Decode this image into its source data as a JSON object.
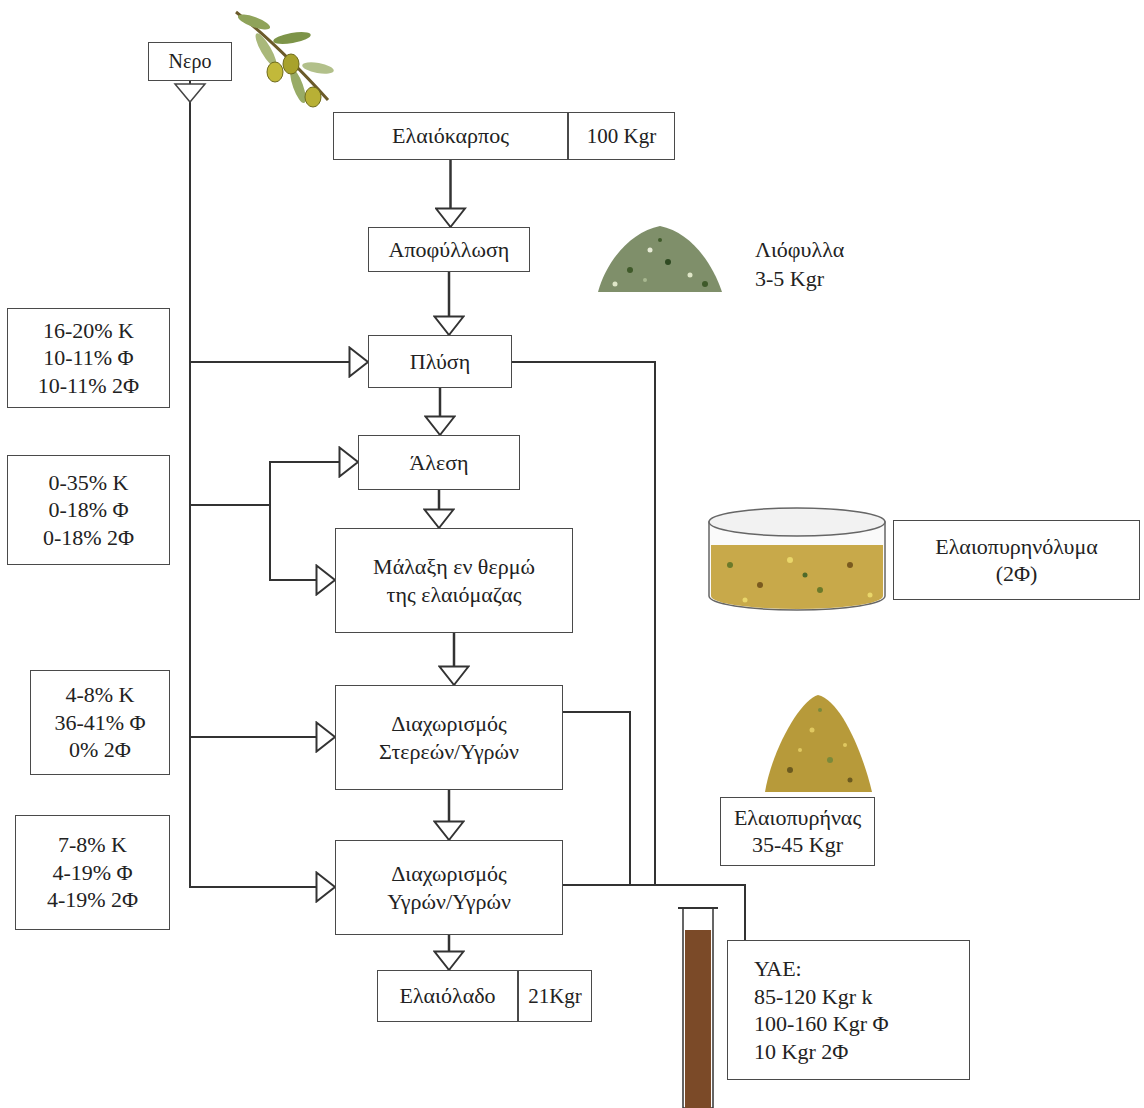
{
  "diagram": {
    "nodes": [
      {
        "text": [
          "Νερο"
        ]
      },
      {
        "text": [
          "Ελαιόκαρπος"
        ]
      },
      {
        "text": [
          "100 Kgr"
        ]
      },
      {
        "text": [
          "Αποφύλλωση"
        ]
      },
      {
        "text": [
          "16-20% Κ",
          "10-11% Φ",
          "10-11% 2Φ"
        ]
      },
      {
        "text": [
          "Πλύση"
        ]
      },
      {
        "text": [
          "0-35% Κ",
          "0-18% Φ",
          "0-18% 2Φ"
        ]
      },
      {
        "text": [
          "Άλεση"
        ]
      },
      {
        "text": [
          "Μάλαξη εν θερμώ της ελαιόμαζας"
        ]
      },
      {
        "text": [
          "Ελαιοπυρηνόλυμα",
          "(2Φ)"
        ]
      },
      {
        "text": [
          "4-8% Κ",
          "36-41% Φ",
          "0% 2Φ"
        ]
      },
      {
        "text": [
          "Διαχωρισμός Στερεών/Υγρών"
        ]
      },
      {
        "text": [
          "Ελαιοπυρήνας",
          "35-45 Kgr"
        ]
      },
      {
        "text": [
          "7-8% Κ",
          "4-19% Φ",
          "4-19% 2Φ"
        ]
      },
      {
        "text": [
          "Διαχωρισμός Υγρών/Υγρών"
        ]
      },
      {
        "text": [
          "Ελαιόλαδο"
        ]
      },
      {
        "text": [
          "21Kgr"
        ]
      },
      {
        "text": [
          "ΥΑΕ:",
          "85-120 Kgr k",
          "100-160 Kgr Φ",
          "10 Kgr 2Φ"
        ]
      }
    ],
    "edges": [
      {
        "from": 1,
        "to": 3,
        "arrow": "to"
      },
      {
        "from": 3,
        "to": 5,
        "arrow": "to"
      },
      {
        "from": 5,
        "to": 7,
        "arrow": "to"
      },
      {
        "from": 7,
        "to": 8,
        "arrow": "to"
      },
      {
        "from": 8,
        "to": 11,
        "arrow": "to"
      },
      {
        "from": 11,
        "to": 14,
        "arrow": "to"
      },
      {
        "from": 14,
        "to": 15,
        "arrow": "to"
      },
      {
        "from": 0,
        "to": 5,
        "arrow": "to"
      },
      {
        "from": 0,
        "to": 7,
        "arrow": "to"
      },
      {
        "from": 0,
        "to": 8,
        "arrow": "to"
      },
      {
        "from": 0,
        "to": 11,
        "arrow": "to"
      },
      {
        "from": 0,
        "to": 14,
        "arrow": "to"
      },
      {
        "from": 5,
        "to": 17,
        "arrow": "none"
      },
      {
        "from": 11,
        "to": 17,
        "arrow": "none"
      },
      {
        "from": 14,
        "to": 17,
        "arrow": "none"
      }
    ],
    "labels": [
      "Λιόφυλλα",
      "3-5 Kgr"
    ]
  }
}
